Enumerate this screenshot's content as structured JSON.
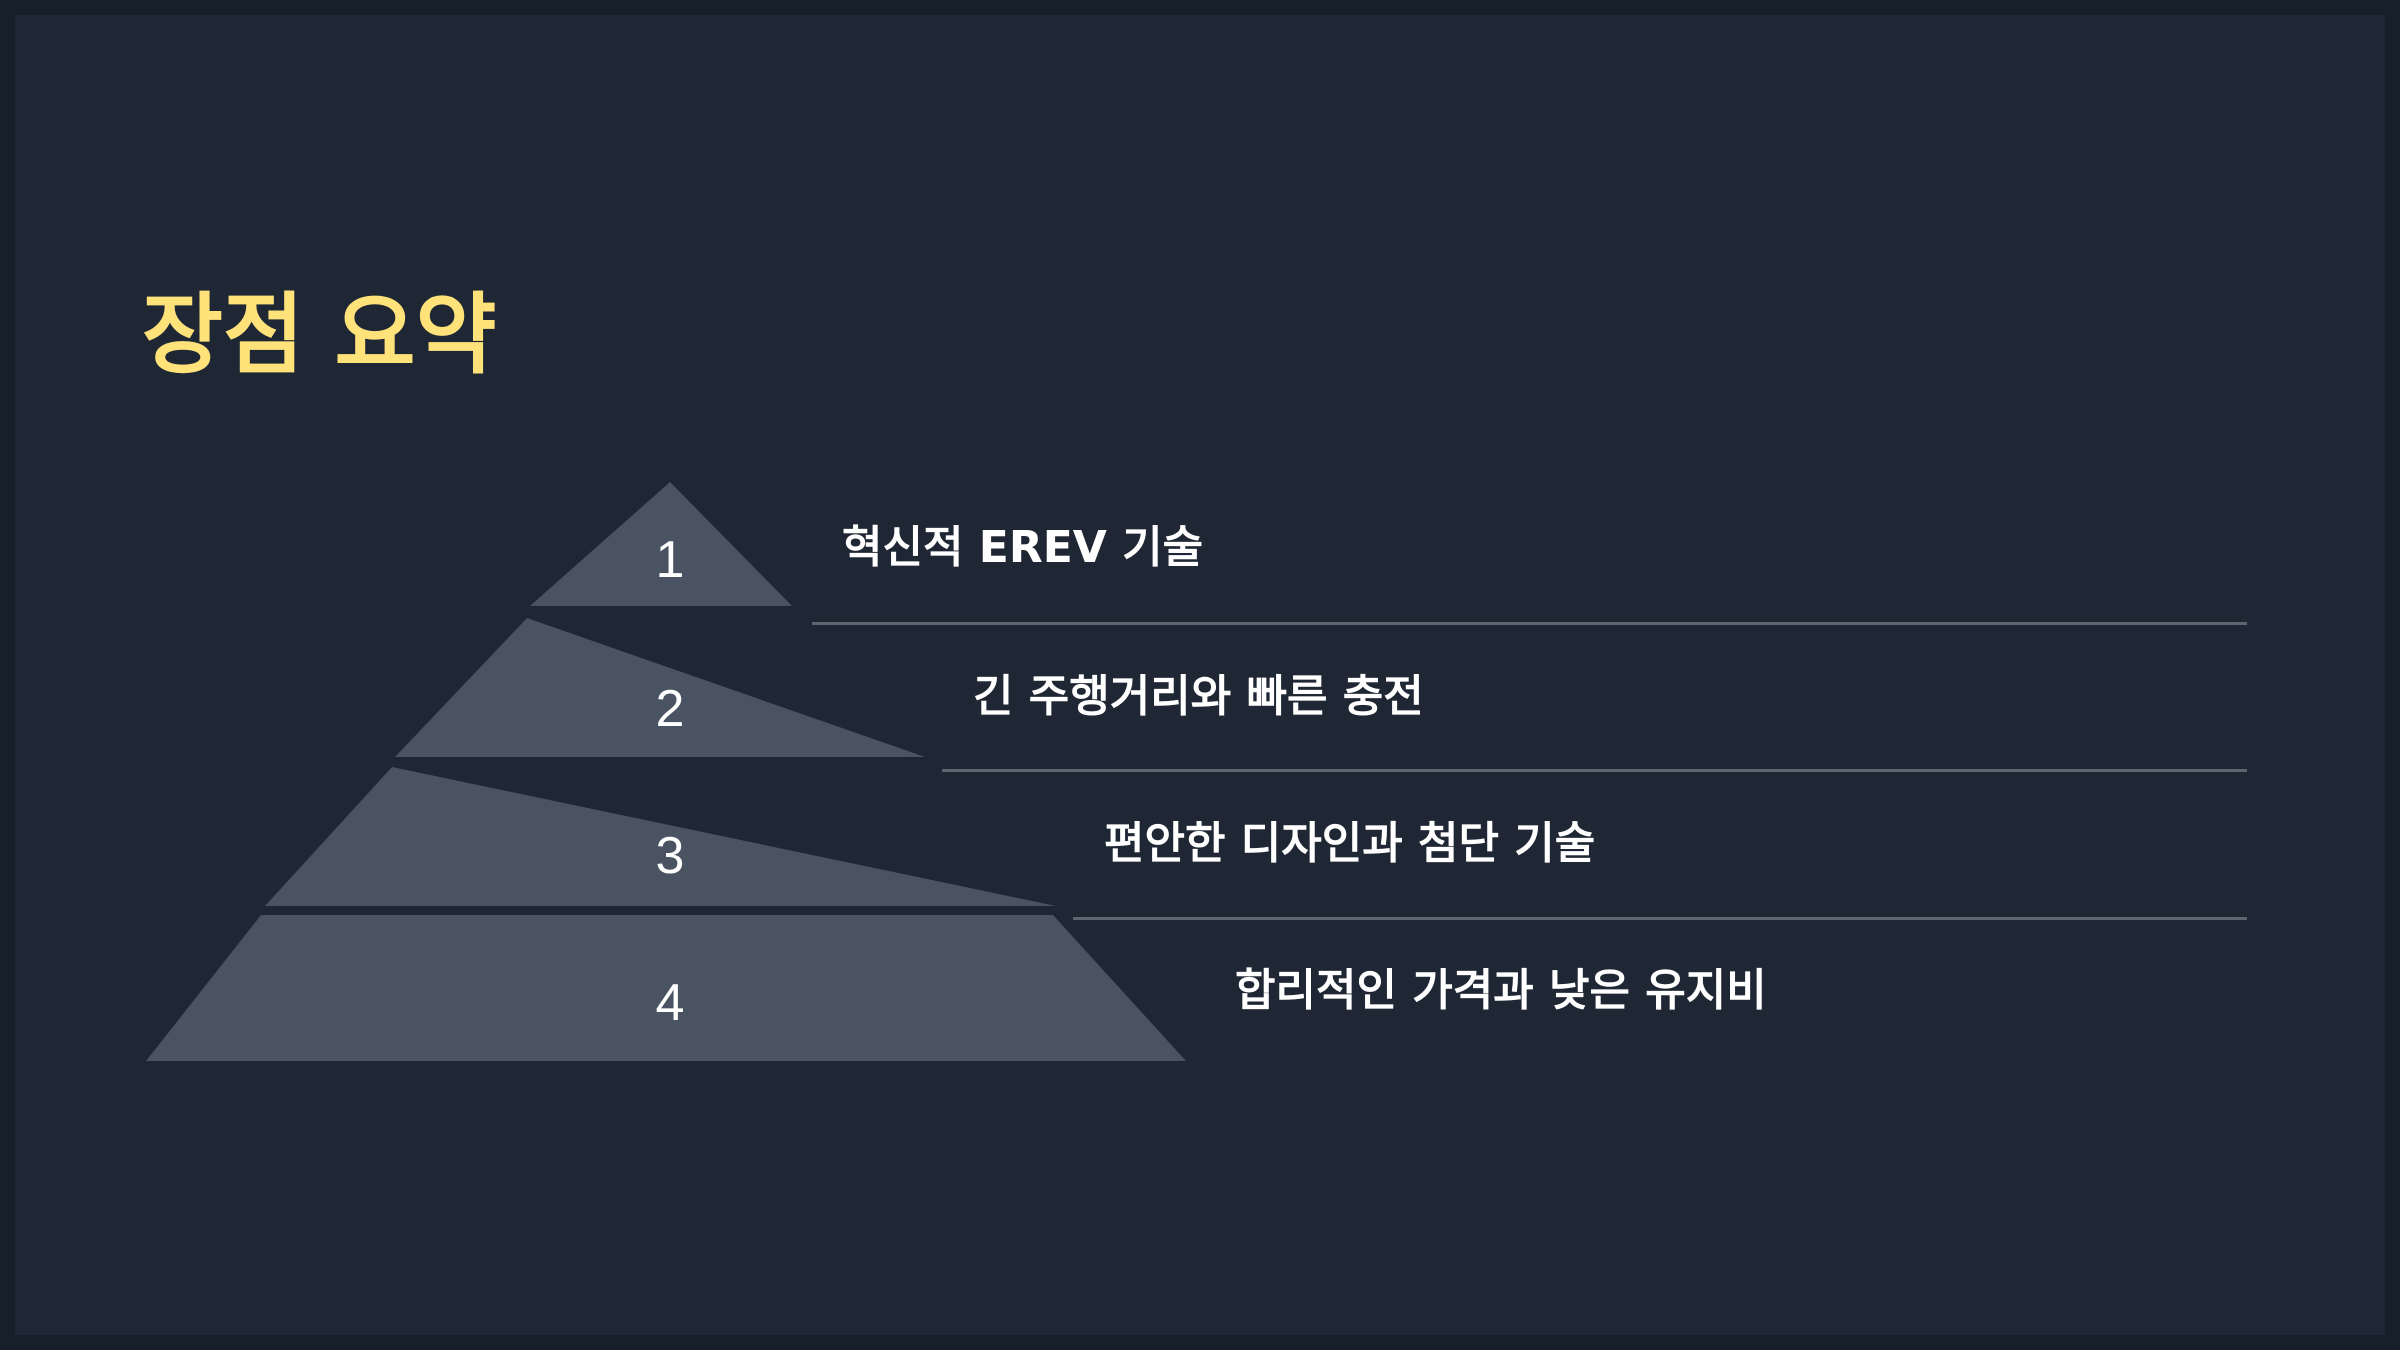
{
  "slide": {
    "title": "장점 요약"
  },
  "pyramid": {
    "levels": [
      {
        "number": "1",
        "label": "혁신적 EREV 기술"
      },
      {
        "number": "2",
        "label": "긴 주행거리와 빠른 충전"
      },
      {
        "number": "3",
        "label": "편안한 디자인과 첨단 기술"
      },
      {
        "number": "4",
        "label": "합리적인 가격과 낮은 유지비"
      }
    ]
  },
  "colors": {
    "background": "#1f2734",
    "frame": "#17202a",
    "title": "#ffe27a",
    "tier_fill": "#4a5361",
    "divider": "#5d6570",
    "text": "#ffffff"
  }
}
